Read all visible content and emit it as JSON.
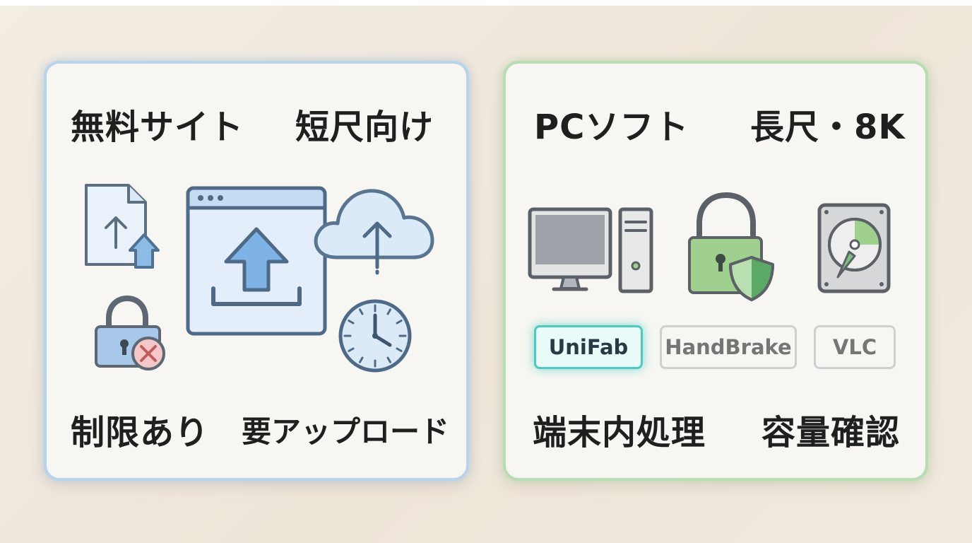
{
  "left_panel": {
    "title_left": "無料サイト",
    "title_right": "短尺向け",
    "bottom_left": "制限あり",
    "bottom_right": "要アップロード",
    "icons": [
      "file-upload-icon",
      "browser-upload-icon",
      "cloud-upload-icon",
      "lock-error-icon",
      "clock-icon"
    ],
    "accent_color": "#b9d3ea"
  },
  "right_panel": {
    "title_left": "PCソフト",
    "title_right": "長尺・8K",
    "bottom_left": "端末内処理",
    "bottom_right": "容量確認",
    "icons": [
      "desktop-computer-icon",
      "lock-shield-icon",
      "hard-drive-icon"
    ],
    "software": [
      {
        "label": "UniFab",
        "selected": true
      },
      {
        "label": "HandBrake",
        "selected": false
      },
      {
        "label": "VLC",
        "selected": false
      }
    ],
    "accent_color": "#b9dcb4"
  }
}
